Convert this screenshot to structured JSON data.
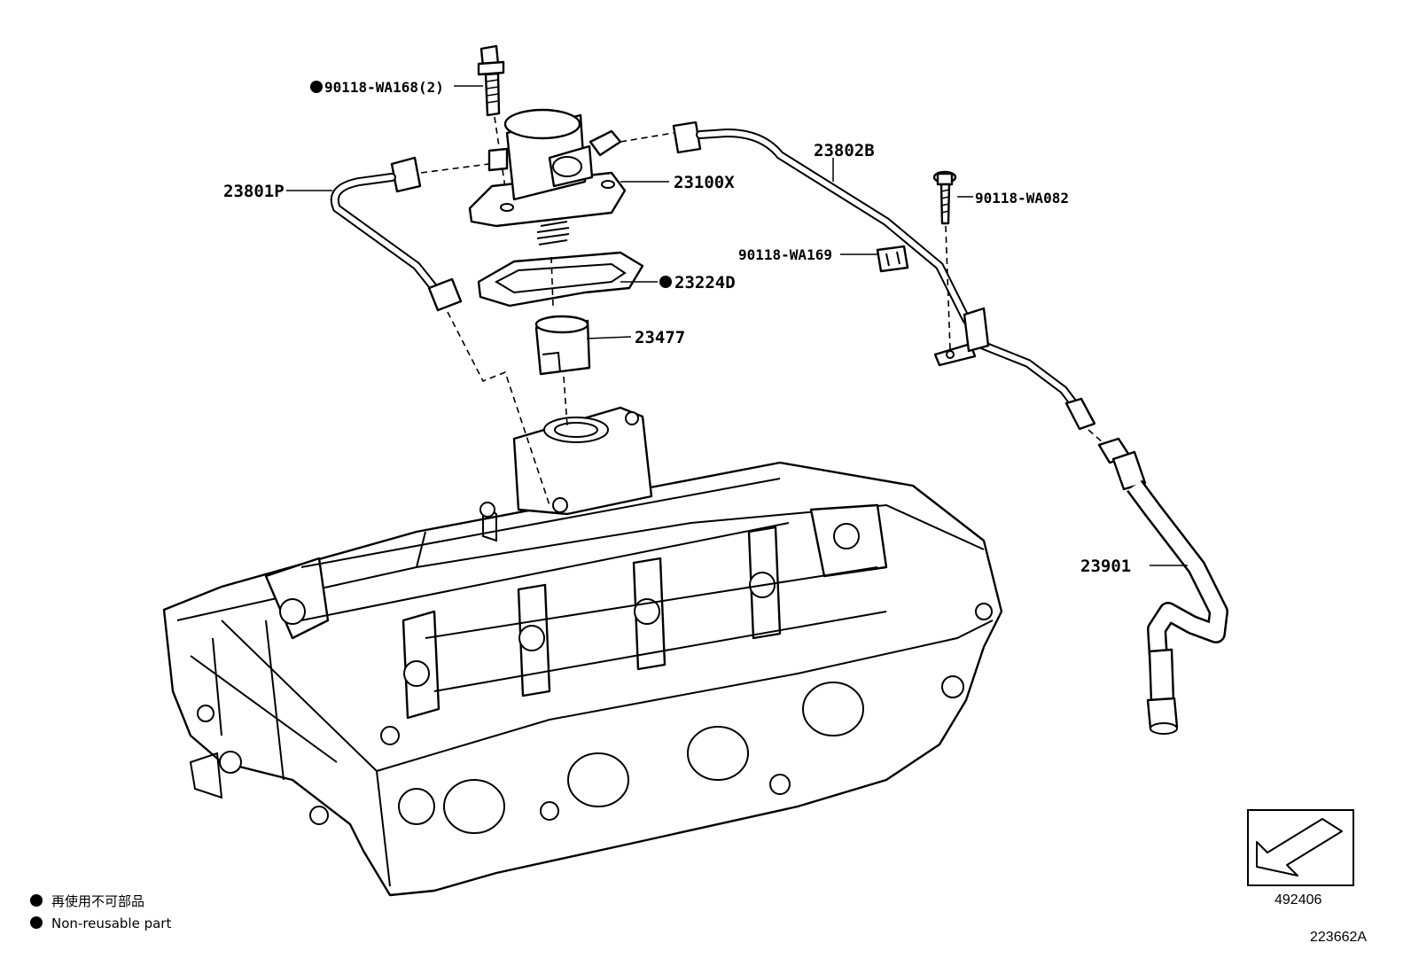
{
  "parts": {
    "bolt_pump": "90118-WA168(2)",
    "pipe_left": "23801P",
    "pump": "23100X",
    "pipe_right": "23802B",
    "bolt_clamp": "90118-WA082",
    "clip": "90118-WA169",
    "gasket": "23224D",
    "lifter": "23477",
    "hose": "23901"
  },
  "legend": {
    "line1": "再使用不可部品",
    "line2": "Non-reusable part"
  },
  "direction_code": "492406",
  "diagram_code": "223662A"
}
